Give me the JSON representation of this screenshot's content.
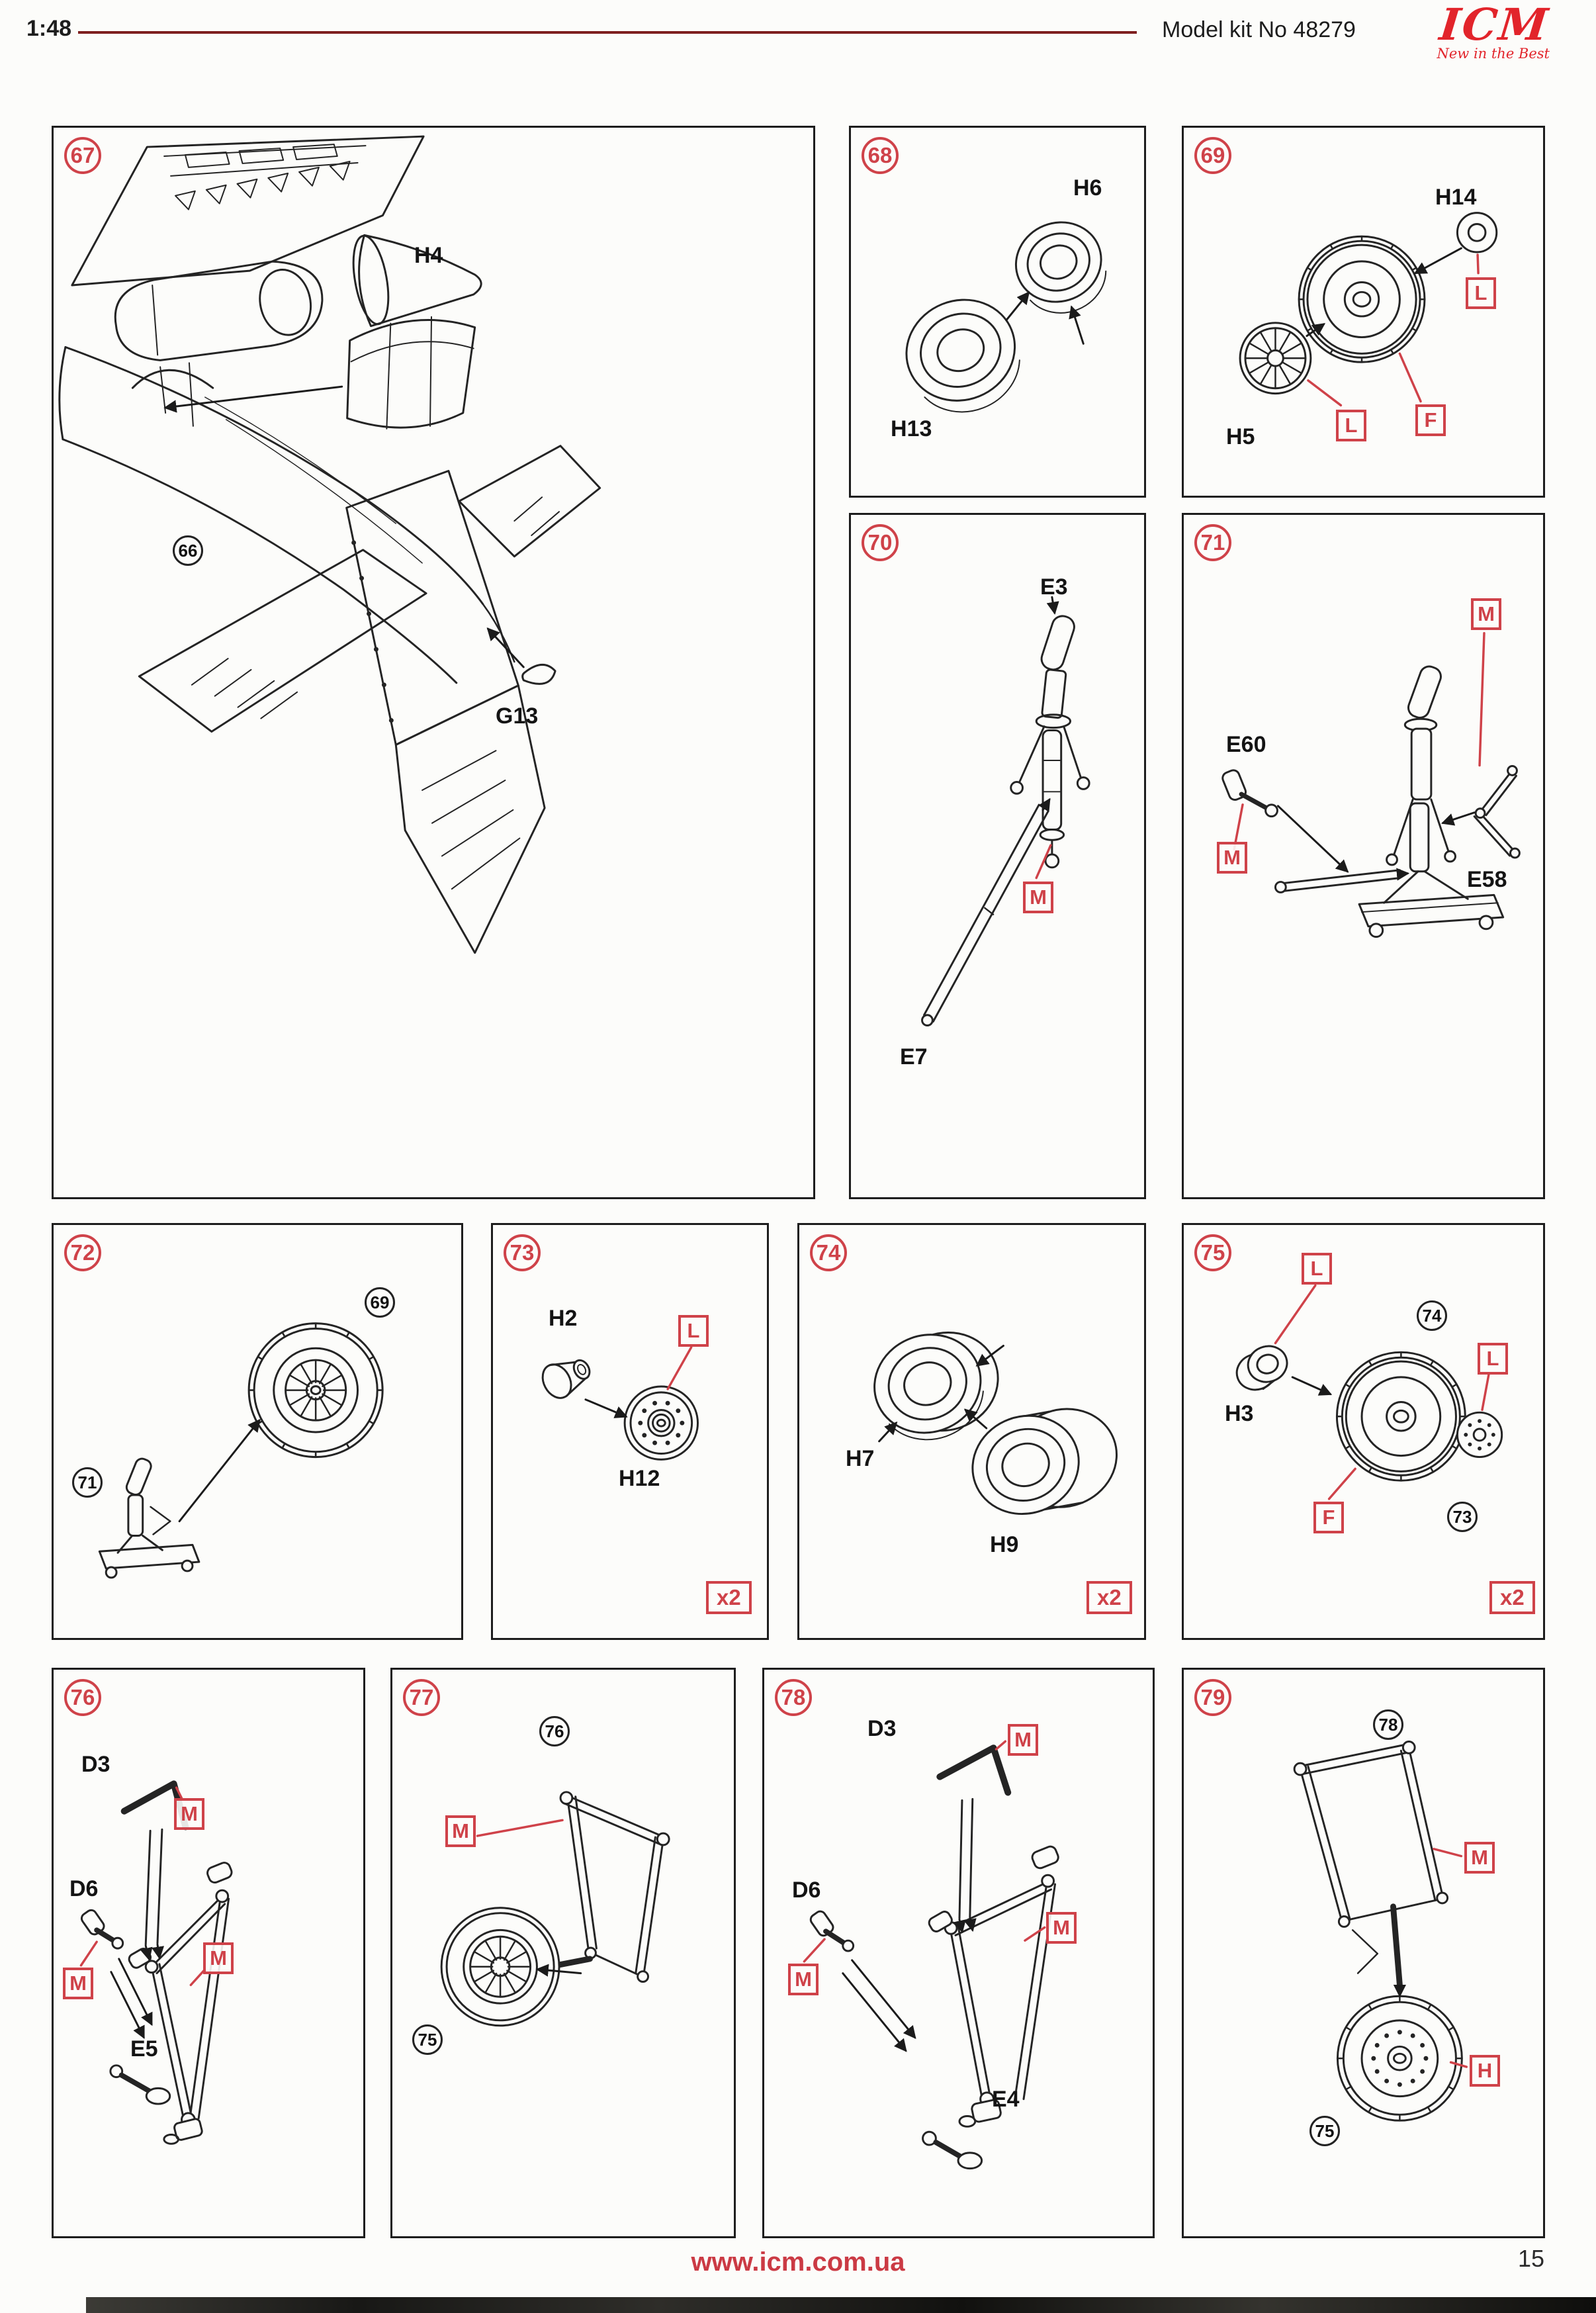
{
  "header": {
    "scale": "1:48",
    "kit": "Model kit No 48279",
    "brand": "ICM",
    "tagline": "New in the Best"
  },
  "footer": {
    "website": "www.icm.com.ua",
    "page": "15"
  },
  "colors": {
    "accent_red": "#cf4249",
    "logo_red": "#e2242b",
    "rule_red": "#7e1f1f",
    "ink": "#1d1d1d",
    "paper": "#fcfcfa"
  },
  "panels": {
    "p67": {
      "num": "67",
      "h4": "H4",
      "ref66": "66",
      "g13": "G13"
    },
    "p68": {
      "num": "68",
      "h6": "H6",
      "h13": "H13"
    },
    "p69": {
      "num": "69",
      "h14": "H14",
      "l1": "L",
      "l2": "L",
      "f": "F",
      "h5": "H5"
    },
    "p70": {
      "num": "70",
      "e3": "E3",
      "m": "M",
      "e7": "E7"
    },
    "p71": {
      "num": "71",
      "e60": "E60",
      "m1": "M",
      "m2": "M",
      "e58": "E58"
    },
    "p72": {
      "num": "72",
      "ref69": "69",
      "ref71": "71"
    },
    "p73": {
      "num": "73",
      "h2": "H2",
      "l": "L",
      "h12": "H12",
      "qty": "x2"
    },
    "p74": {
      "num": "74",
      "h7": "H7",
      "h9": "H9",
      "qty": "x2"
    },
    "p75": {
      "num": "75",
      "l1": "L",
      "ref74": "74",
      "h3": "H3",
      "l2": "L",
      "f": "F",
      "ref73": "73",
      "qty": "x2"
    },
    "p76": {
      "num": "76",
      "d3": "D3",
      "m1": "M",
      "d6": "D6",
      "m2": "M",
      "m3": "M",
      "e5": "E5"
    },
    "p77": {
      "num": "77",
      "ref76": "76",
      "m": "M",
      "ref75": "75"
    },
    "p78": {
      "num": "78",
      "d3": "D3",
      "m1": "M",
      "d6": "D6",
      "m2": "M",
      "m3": "M",
      "e4": "E4"
    },
    "p79": {
      "num": "79",
      "ref78": "78",
      "m": "M",
      "h": "H",
      "ref75": "75"
    }
  }
}
